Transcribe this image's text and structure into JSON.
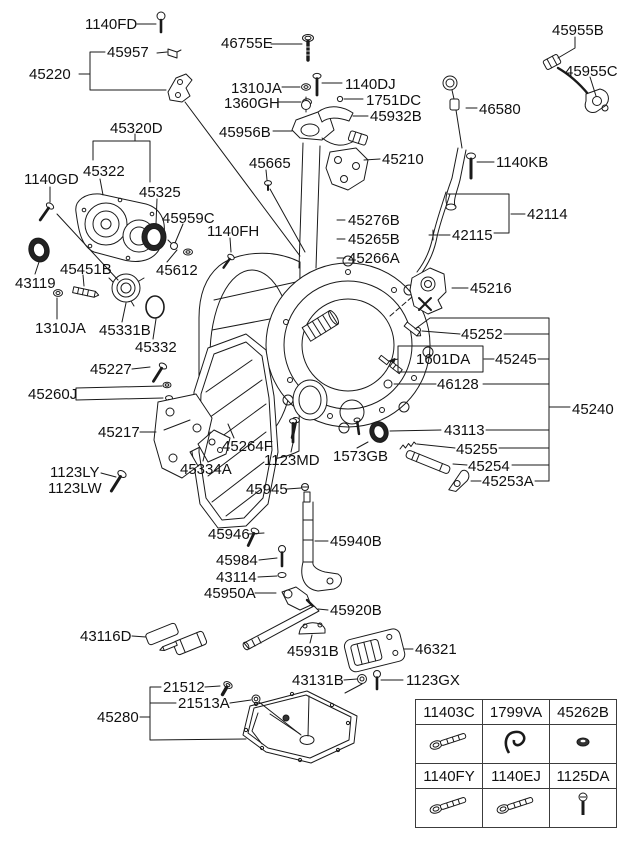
{
  "diagram": {
    "labels": {
      "p1140fd": "1140FD",
      "p45957": "45957",
      "p45220": "45220",
      "p46755e": "46755E",
      "p1310ja_top": "1310JA",
      "p1360gh": "1360GH",
      "p1140dj": "1140DJ",
      "p1751dc": "1751DC",
      "p45932b": "45932B",
      "p45956b": "45956B",
      "p45955b": "45955B",
      "p45955c": "45955C",
      "p46580": "46580",
      "p1140kb": "1140KB",
      "p45320d": "45320D",
      "p45322": "45322",
      "p1140gd": "1140GD",
      "p45325": "45325",
      "p45959c": "45959C",
      "p1140fh": "1140FH",
      "p43119": "43119",
      "p45451b": "45451B",
      "p45612": "45612",
      "p1310ja_left": "1310JA",
      "p45331b": "45331B",
      "p45332": "45332",
      "p45227": "45227",
      "p45260j": "45260J",
      "p45217": "45217",
      "p1123ly": "1123LY",
      "p1123lw": "1123LW",
      "p45334a": "45334A",
      "p45264f": "45264F",
      "p1123md": "1123MD",
      "p1573gb": "1573GB",
      "p45945": "45945",
      "p45946": "45946",
      "p45940b": "45940B",
      "p45984": "45984",
      "p43114": "43114",
      "p45950a": "45950A",
      "p45920b": "45920B",
      "p45931b": "45931B",
      "p46321": "46321",
      "p43131b": "43131B",
      "p1123gx": "1123GX",
      "p43116d": "43116D",
      "p21512": "21512",
      "p21513a": "21513A",
      "p45280": "45280",
      "p45665": "45665",
      "p45210": "45210",
      "p45276b": "45276B",
      "p45265b": "45265B",
      "p45266a": "45266A",
      "p42114": "42114",
      "p42115": "42115",
      "p45216": "45216",
      "p45252": "45252",
      "p1601da": "1601DA",
      "p45245": "45245",
      "p46128": "46128",
      "p45240": "45240",
      "p43113": "43113",
      "p45255": "45255",
      "p45254": "45254",
      "p45253a": "45253A"
    },
    "line_color": "#1a1a1a"
  },
  "fastener_table": {
    "rows": [
      {
        "cells": [
          {
            "label": "11403C",
            "icon": "flange-bolt-icon"
          },
          {
            "label": "1799VA",
            "icon": "hook-clip-icon"
          },
          {
            "label": "45262B",
            "icon": "cap-nut-icon"
          }
        ]
      },
      {
        "cells": [
          {
            "label": "1140FY",
            "icon": "flange-bolt-icon"
          },
          {
            "label": "1140EJ",
            "icon": "flange-bolt-icon"
          },
          {
            "label": "1125DA",
            "icon": "screw-icon"
          }
        ]
      }
    ]
  }
}
